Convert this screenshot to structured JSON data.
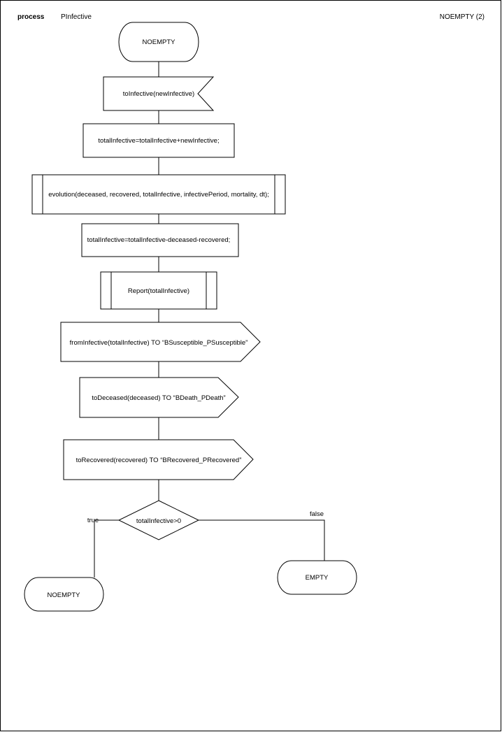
{
  "header": {
    "keyword": "process",
    "process_name": "PInfective",
    "page_ref": "NOEMPTY (2)"
  },
  "diagram": {
    "start_state": "NOEMPTY",
    "input_signal": "toInfective(newInfective)",
    "task_add": "totalInfective=totalInfective+newInfective;",
    "procedure_evolution": "evolution(deceased, recovered, totalInfective, infectivePeriod, mortality, dt);",
    "task_subtract": "totalInfective=totalInfective-deceased-recovered;",
    "procedure_report": "Report(totalInfective)",
    "output_from_infective": "fromInfective(totalInfective) TO “BSusceptible_PSusceptible”",
    "output_to_deceased": "toDeceased(deceased) TO “BDeath_PDeath”",
    "output_to_recovered": "toRecovered(recovered) TO “BRecovered_PRecovered”",
    "decision": "totalInfective>0",
    "branch_true": "true",
    "branch_false": "false",
    "next_state_true": "NOEMPTY",
    "next_state_false": "EMPTY"
  }
}
